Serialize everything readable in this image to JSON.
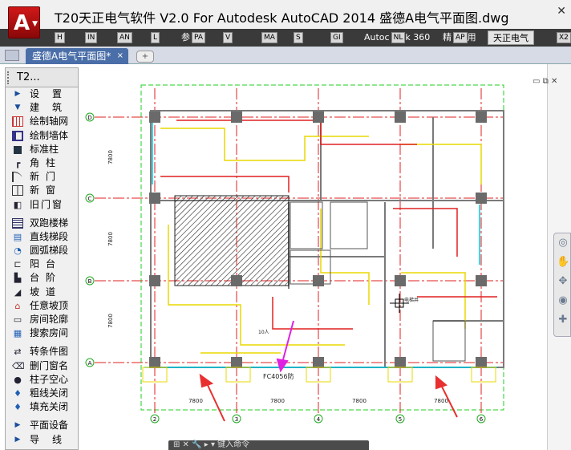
{
  "window": {
    "title": "T20天正电气软件 V2.0 For Autodesk AutoCAD 2014    盛德A电气平面图.dwg",
    "app_button_glyph": "A",
    "close_glyph": "✕"
  },
  "ribbon_tabs": [
    {
      "label": "",
      "key": "H"
    },
    {
      "label": "",
      "key": "IN"
    },
    {
      "label": "",
      "key": "AN"
    },
    {
      "label": "",
      "key": "L"
    },
    {
      "label": "参",
      "key": "PA"
    },
    {
      "label": "",
      "key": "V"
    },
    {
      "label": "",
      "key": "MA"
    },
    {
      "label": "",
      "key": "S"
    },
    {
      "label": "",
      "key": "GI"
    },
    {
      "label": "Autoc",
      "key": "NL",
      "suffix": "k 360"
    },
    {
      "label": "精",
      "key": "AP",
      "suffix": "用"
    },
    {
      "label": "天正电气",
      "key": "",
      "active": true
    },
    {
      "label": "",
      "key": "X2"
    }
  ],
  "doc_tab": {
    "label": "盛德A电气平面图*",
    "close": "×",
    "new_tab": "+"
  },
  "panel": {
    "title": "T2...",
    "items": [
      {
        "label": "设置",
        "icon": "triangle-right-icon",
        "glyph": "▶",
        "style": "arrow spread"
      },
      {
        "label": "建筑",
        "icon": "triangle-down-icon",
        "glyph": "▼",
        "style": "arrow spread"
      },
      {
        "label": "绘制轴网",
        "icon": "axis-grid-icon",
        "glyph": "",
        "style": "grid"
      },
      {
        "label": "绘制墙体",
        "icon": "wall-icon",
        "glyph": "",
        "style": "wall"
      },
      {
        "label": "标准柱",
        "icon": "column-icon",
        "glyph": "",
        "style": "col"
      },
      {
        "label": "角柱",
        "icon": "corner-column-icon",
        "glyph": "┏",
        "style": "dark spreadsm"
      },
      {
        "label": "新门",
        "icon": "door-icon",
        "glyph": "",
        "style": "door spreadsm"
      },
      {
        "label": "新窗",
        "icon": "window-icon",
        "glyph": "",
        "style": "win spreadsm"
      },
      {
        "label": "旧门窗",
        "icon": "old-door-window-icon",
        "glyph": "◧",
        "style": "dark spreadxs"
      },
      {
        "label": "双跑楼梯",
        "icon": "double-stair-icon",
        "glyph": "",
        "style": "stair gap"
      },
      {
        "label": "直线梯段",
        "icon": "straight-stair-icon",
        "glyph": "▤",
        "style": "blue"
      },
      {
        "label": "圆弧梯段",
        "icon": "arc-stair-icon",
        "glyph": "◔",
        "style": "blue"
      },
      {
        "label": "阳台",
        "icon": "balcony-icon",
        "glyph": "⊏",
        "style": "dark spreadsm"
      },
      {
        "label": "台阶",
        "icon": "step-icon",
        "glyph": "▙",
        "style": "dark spreadsm"
      },
      {
        "label": "坡道",
        "icon": "ramp-icon",
        "glyph": "◢",
        "style": "dark spreadsm"
      },
      {
        "label": "任意坡顶",
        "icon": "slope-roof-icon",
        "glyph": "⌂",
        "style": "red"
      },
      {
        "label": "房间轮廓",
        "icon": "room-outline-icon",
        "glyph": "▭",
        "style": "dark"
      },
      {
        "label": "搜索房间",
        "icon": "search-room-icon",
        "glyph": "▦",
        "style": "blue"
      },
      {
        "label": "转条件图",
        "icon": "convert-icon",
        "glyph": "⇄",
        "style": "dark gap"
      },
      {
        "label": "删门窗名",
        "icon": "delete-name-icon",
        "glyph": "⌫",
        "style": "dark"
      },
      {
        "label": "柱子空心",
        "icon": "hollow-column-icon",
        "glyph": "●",
        "style": "dark"
      },
      {
        "label": "粗线关闭",
        "icon": "bulb-icon",
        "glyph": "♦",
        "style": "blue"
      },
      {
        "label": "填充关闭",
        "icon": "bulb-icon",
        "glyph": "♦",
        "style": "blue"
      },
      {
        "label": "平面设备",
        "icon": "triangle-right-icon",
        "glyph": "▶",
        "style": "arrow gap"
      },
      {
        "label": "导线",
        "icon": "triangle-right-icon",
        "glyph": "▶",
        "style": "arrow spread"
      }
    ]
  },
  "drawing": {
    "axis_rows": [
      "D",
      "C",
      "B",
      "A"
    ],
    "axis_cols": [
      "2",
      "3",
      "4",
      "5",
      "6"
    ],
    "dim_h": "7800",
    "dim_v": [
      "7800",
      "7800",
      "7800"
    ],
    "label_fc": "FC4056防",
    "label_room": "10人",
    "label_elev": "电梯井"
  },
  "viewport": {
    "controls": "▭ ⧉ ✕"
  },
  "navbar": {
    "icons": [
      "◎",
      "✋",
      "✥",
      "◉",
      "✚"
    ]
  },
  "command": {
    "text": "⊞ ✕ 🔧  ▸ ▾  键入命令"
  }
}
